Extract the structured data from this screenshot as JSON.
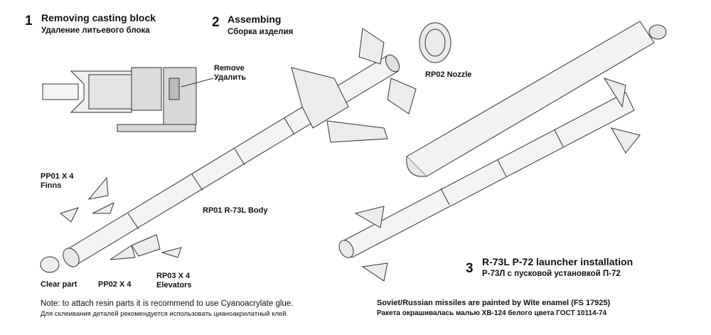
{
  "steps": [
    {
      "num": "1",
      "title_en": "Removing casting block",
      "title_ru": "Удаление литьевого блока"
    },
    {
      "num": "2",
      "title_en": "Assembing",
      "title_ru": "Сборка изделия"
    },
    {
      "num": "3",
      "title_en": "R-73L P-72 launcher installation",
      "title_ru": "Р-73Л с пусковой установкой П-72"
    }
  ],
  "labels": {
    "remove_en": "Remove",
    "remove_ru": "Удалить",
    "nozzle": "RP02 Nozzle",
    "body": "RP01 R-73L Body",
    "finns_1": "PP01 X 4",
    "finns_2": "Finns",
    "clear_part": "Clear part",
    "pp02": "PP02 X 4",
    "elevators_1": "RP03 X 4",
    "elevators_2": "Elevators"
  },
  "notes": {
    "glue_en": "Note: to attach resin parts it is recommend to use Cyanoacrylate glue.",
    "glue_ru": "Для склеивания деталей рекомендуется использовать цианоакрилатный клей.",
    "paint_en": "Soviet/Russian missiles are painted by Wite enamel (FS 17925)",
    "paint_ru": "Ракета окрашивалась малью ХВ-124 белого цвета ГОСТ 10114-74"
  }
}
